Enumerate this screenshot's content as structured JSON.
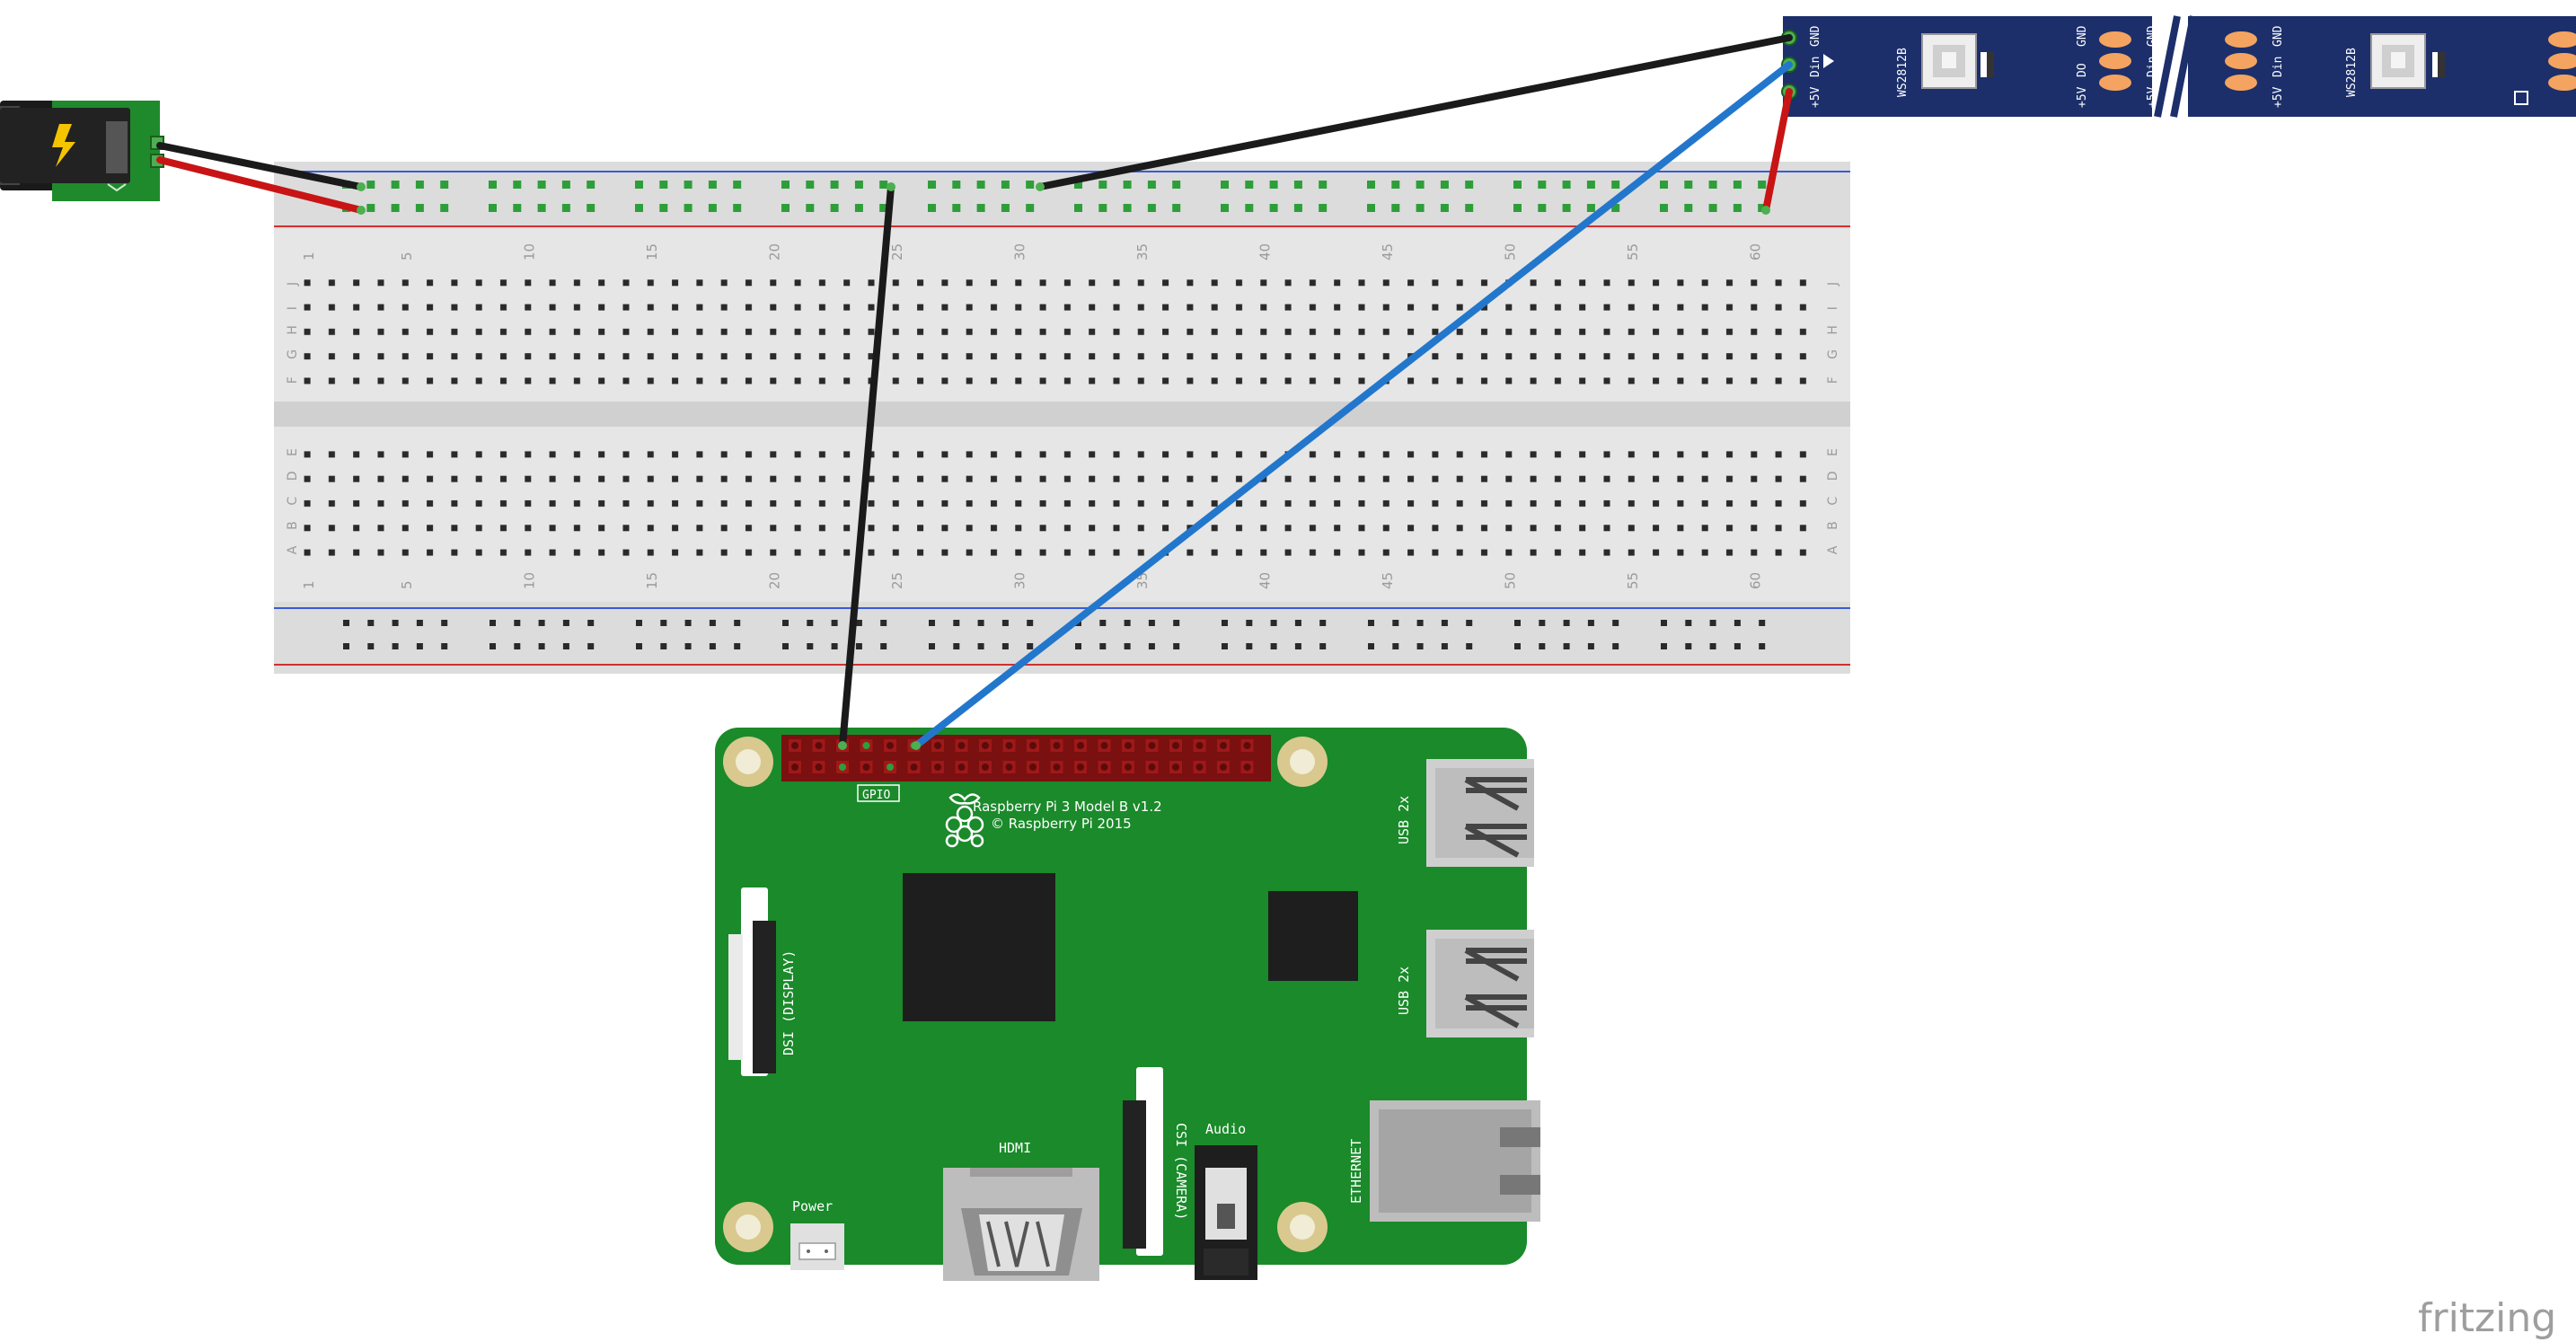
{
  "breadboard": {
    "column_numbers": [
      "1",
      "5",
      "10",
      "15",
      "20",
      "25",
      "30",
      "35",
      "40",
      "45",
      "50",
      "55",
      "60"
    ],
    "row_letters_top": [
      "J",
      "I",
      "H",
      "G",
      "F"
    ],
    "row_letters_bottom": [
      "E",
      "D",
      "C",
      "B",
      "A"
    ]
  },
  "led_strip": {
    "chip_label": "WS2812B",
    "pad_labels_in": [
      "+5V",
      "Din",
      "GND"
    ],
    "pad_labels_out": [
      "+5V",
      "DO",
      "GND"
    ]
  },
  "raspberry_pi": {
    "model_line": "Raspberry Pi 3 Model B v1.2",
    "copyright_line": "© Raspberry Pi 2015",
    "gpio_label": "GPIO",
    "dsi_label": "DSI (DISPLAY)",
    "csi_label": "CSI (CAMERA)",
    "hdmi_label": "HDMI",
    "audio_label": "Audio",
    "power_label": "Power",
    "usb_label_1": "USB 2x",
    "usb_label_2": "USB 2x",
    "ethernet_label": "ETHERNET"
  },
  "watermark": "fritzing",
  "colors": {
    "pcb_green": "#1a8a2a",
    "strip_navy": "#1c2f6b",
    "wire_black": "#222222",
    "wire_red": "#cc1111",
    "wire_blue": "#2277cc",
    "breadboard": "#e8e8e8",
    "header_red": "#b71c1c",
    "pin_green": "#2e9e3a"
  }
}
